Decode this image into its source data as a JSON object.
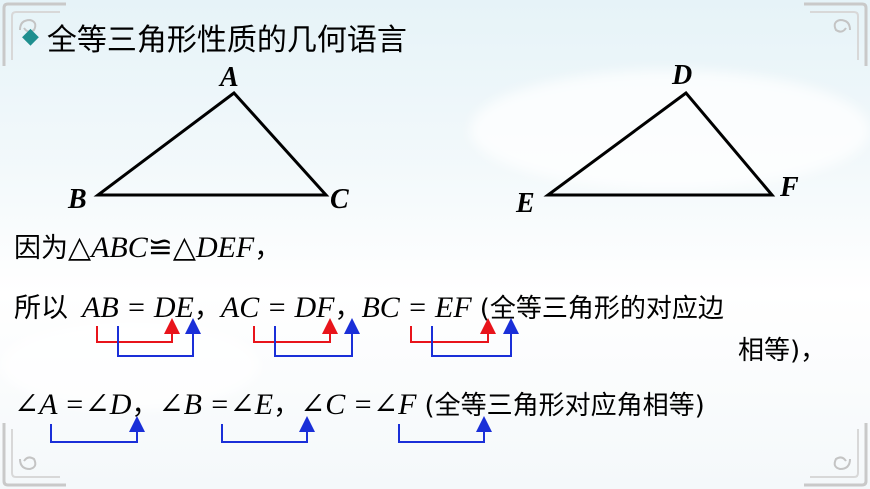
{
  "title": {
    "text": "全等三角形性质的几何语言"
  },
  "triangle1": {
    "a": "A",
    "b": "B",
    "c": "C"
  },
  "triangle2": {
    "d": "D",
    "e": "E",
    "f": "F"
  },
  "line1": {
    "prefix": "因为",
    "triangle1": "△ABC",
    "cong": "≌",
    "triangle2": "△DEF",
    "comma": "，"
  },
  "line2": {
    "prefix": "所以",
    "eq1": "AB = DE",
    "eq2": "AC = DF",
    "eq3": "BC = EF",
    "sep": "，",
    "note": "(全等三角形的对应边",
    "note2": "相等)，"
  },
  "line3": {
    "eq1": "∠A =∠D",
    "eq2": "∠B =∠E",
    "eq3": "∠C =∠F",
    "sep": "，",
    "note": "(全等三角形对应角相等)"
  },
  "colors": {
    "red": "#e8141b",
    "blue": "#1a2fd8",
    "accent": "#1f8f8f"
  }
}
